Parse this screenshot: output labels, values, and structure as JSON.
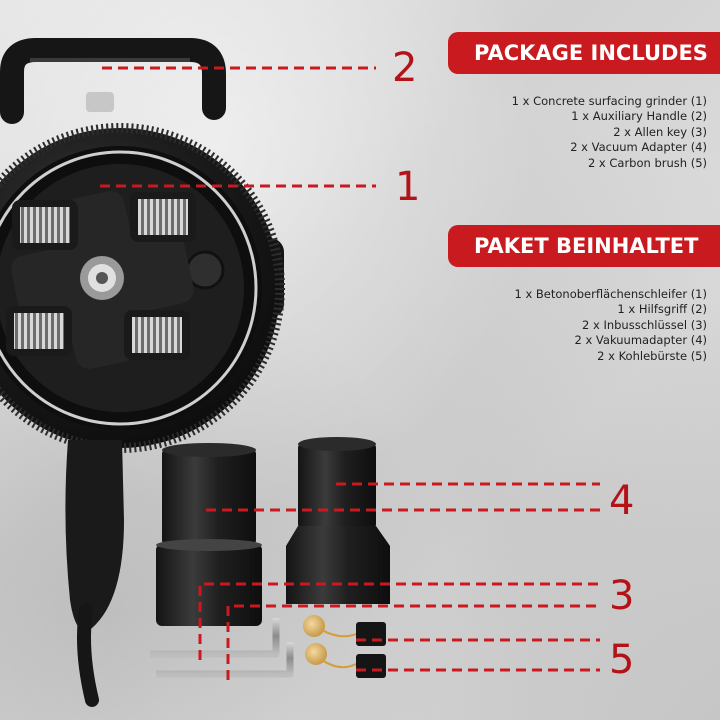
{
  "colors": {
    "accent_red": "#c81a1f",
    "label_red": "#b31217",
    "product_black": "#1b1b1b"
  },
  "section_en": {
    "title": "PACKAGE INCLUDES",
    "items": [
      "1 x Concrete surfacing grinder (1)",
      "1 x Auxiliary Handle (2)",
      "2 x Allen key (3)",
      "2 x Vacuum Adapter (4)",
      "2 x Carbon brush (5)"
    ]
  },
  "section_de": {
    "title": "PAKET BEINHALTET",
    "items": [
      "1 x Betonoberflächenschleifer (1)",
      "1 x Hilfsgriff (2)",
      "2 x Inbusschlüssel (3)",
      "2 x Vakuumadapter (4)",
      "2 x Kohlebürste (5)"
    ]
  },
  "callouts": {
    "grinder": "1",
    "handle": "2",
    "allen_key": "3",
    "vacuum_adapter": "4",
    "carbon_brush": "5"
  }
}
